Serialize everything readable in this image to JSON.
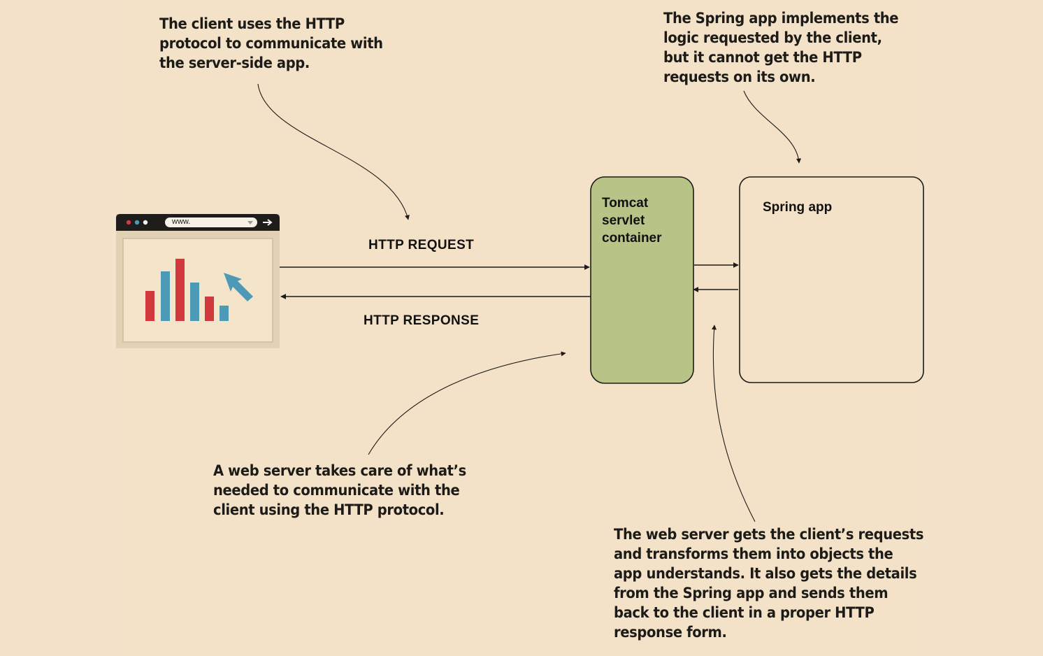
{
  "callouts": {
    "client_http": [
      "The client uses the HTTP",
      "protocol to communicate with",
      "the server-side app."
    ],
    "spring_logic": [
      "The Spring app implements the",
      "logic requested by the client,",
      "but it cannot get the HTTP",
      "requests on its own."
    ],
    "web_server": [
      "A web server takes care of what’s",
      "needed to communicate with the",
      "client using the HTTP protocol."
    ],
    "transform": [
      "The web server gets the client’s requests",
      "and transforms them into objects the",
      "app understands. It also gets the details",
      "from the Spring app and sends them",
      "back to the client in a proper HTTP",
      "response form."
    ]
  },
  "arrows": {
    "request_label": "HTTP REQUEST",
    "response_label": "HTTP RESPONSE"
  },
  "tomcat": {
    "label": [
      "Tomcat",
      "servlet",
      "container"
    ],
    "fill_color": "#b7c387"
  },
  "spring": {
    "label": "Spring app"
  },
  "browser": {
    "url_text": "www.",
    "icons": [
      "window-dot-red-icon",
      "window-dot-blue-icon",
      "window-dot-white-icon",
      "dropdown-caret-icon",
      "forward-arrow-icon",
      "cursor-arrow-icon"
    ],
    "bar_colors": [
      "#d1393e",
      "#4d9ab6"
    ]
  },
  "colors": {
    "background": "#f3e2c7",
    "ink": "#1d1b18"
  }
}
